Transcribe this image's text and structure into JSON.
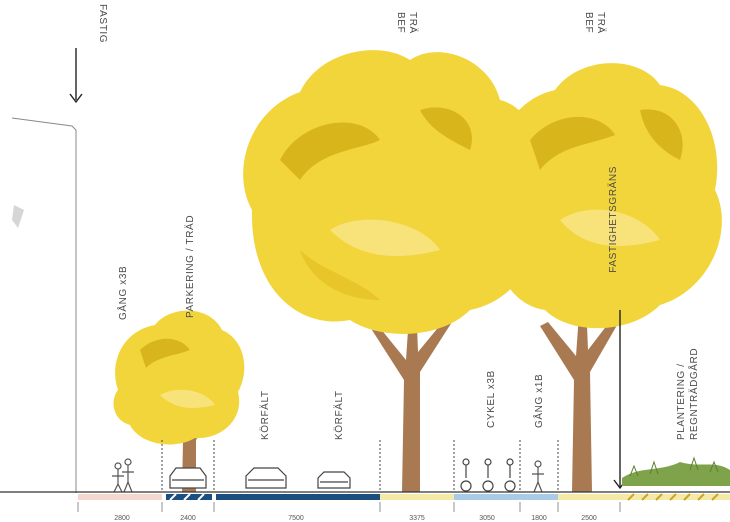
{
  "labels": {
    "fastig_top": "FASTIG",
    "bef_tra_1": "BEF",
    "bef_tra_1b": "TRÄ",
    "bef_tra_2": "BEF",
    "bef_tra_2b": "TRÄ",
    "gang_38": "GÅNG x3B",
    "parkering_trad": "PARKERING / TRÄD",
    "korfalt_1": "KÖRFÄLT",
    "korfalt_2": "KÖRFÄLT",
    "cykel_38": "CYKEL x3B",
    "gang_18": "GÅNG x1B",
    "fastighetsgrans": "FASTIGHETSGRÄNS",
    "plantering_1": "PLANTERING /",
    "plantering_2": "REGNTRÄDGÅRD"
  },
  "dimensions": [
    "2800",
    "2400",
    "7500",
    "3375",
    "3050",
    "1800",
    "2500"
  ],
  "colors": {
    "tree_yellow": "#f2d53a",
    "tree_light": "#f8e27a",
    "tree_shadow": "#d9b51c",
    "trunk": "#a97a52",
    "road_blue": "#1b4f82",
    "bike_blue": "#a9cbe8",
    "walk_pink": "#f6d7d0",
    "planting_yellow": "#f5e9a8",
    "grass_green": "#7fa34a"
  },
  "icons": [
    "pedestrian-icon",
    "car-icon",
    "cyclist-icon",
    "arrow-down-icon"
  ]
}
